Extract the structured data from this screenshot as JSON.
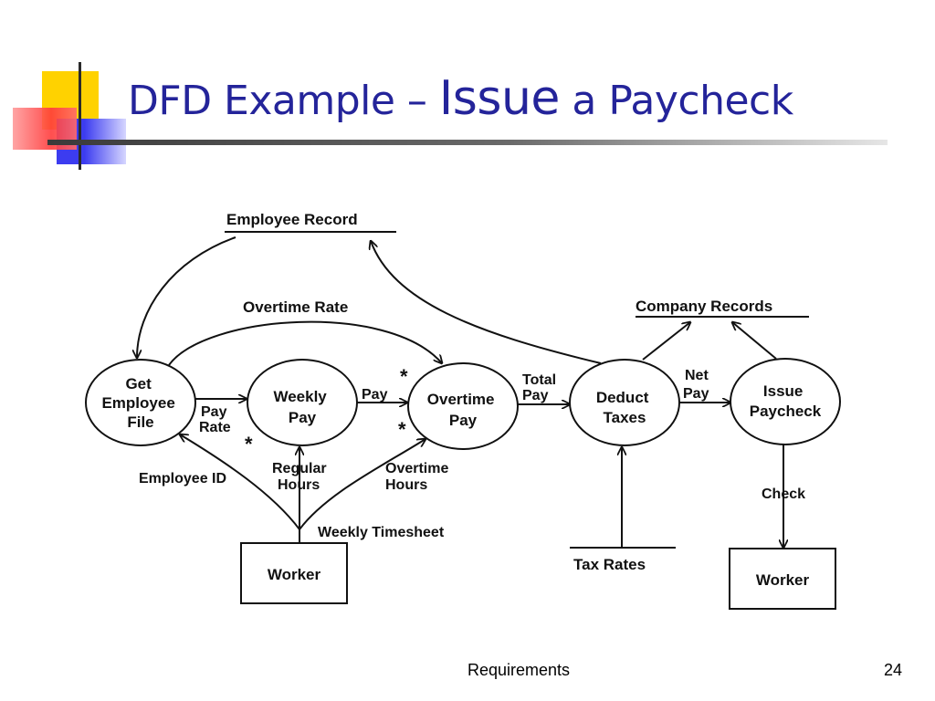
{
  "slide": {
    "title_prefix": "DFD Example – ",
    "title_big": "Issue",
    "title_suffix": " a Paycheck",
    "footer": "Requirements",
    "page_number": "24"
  },
  "diagram": {
    "processes": {
      "get_employee_file": [
        "Get",
        "Employee",
        "File"
      ],
      "weekly_pay": [
        "Weekly",
        "Pay"
      ],
      "overtime_pay": [
        "Overtime",
        "Pay"
      ],
      "deduct_taxes": [
        "Deduct",
        "Taxes"
      ],
      "issue_paycheck": [
        "Issue",
        "Paycheck"
      ]
    },
    "entities": {
      "worker_left": "Worker",
      "worker_right": "Worker"
    },
    "stores": {
      "employee_record": "Employee Record",
      "company_records": "Company Records",
      "tax_rates": "Tax Rates"
    },
    "flows": {
      "overtime_rate": "Overtime Rate",
      "pay_rate": [
        "Pay",
        "Rate"
      ],
      "pay": "Pay",
      "total_pay": [
        "Total",
        "Pay"
      ],
      "net_pay": [
        "Net",
        "Pay"
      ],
      "employee_id": "Employee ID",
      "regular_hours": [
        "Regular",
        "Hours"
      ],
      "overtime_hours": [
        "Overtime",
        "Hours"
      ],
      "weekly_timesheet": "Weekly Timesheet",
      "check": "Check"
    },
    "marks": {
      "asterisk": "*"
    }
  },
  "colors": {
    "title": "#24249a",
    "deco_yellow": "#ffd200",
    "deco_blue": "#3c3cf0",
    "deco_red": "#ff3b3b"
  }
}
